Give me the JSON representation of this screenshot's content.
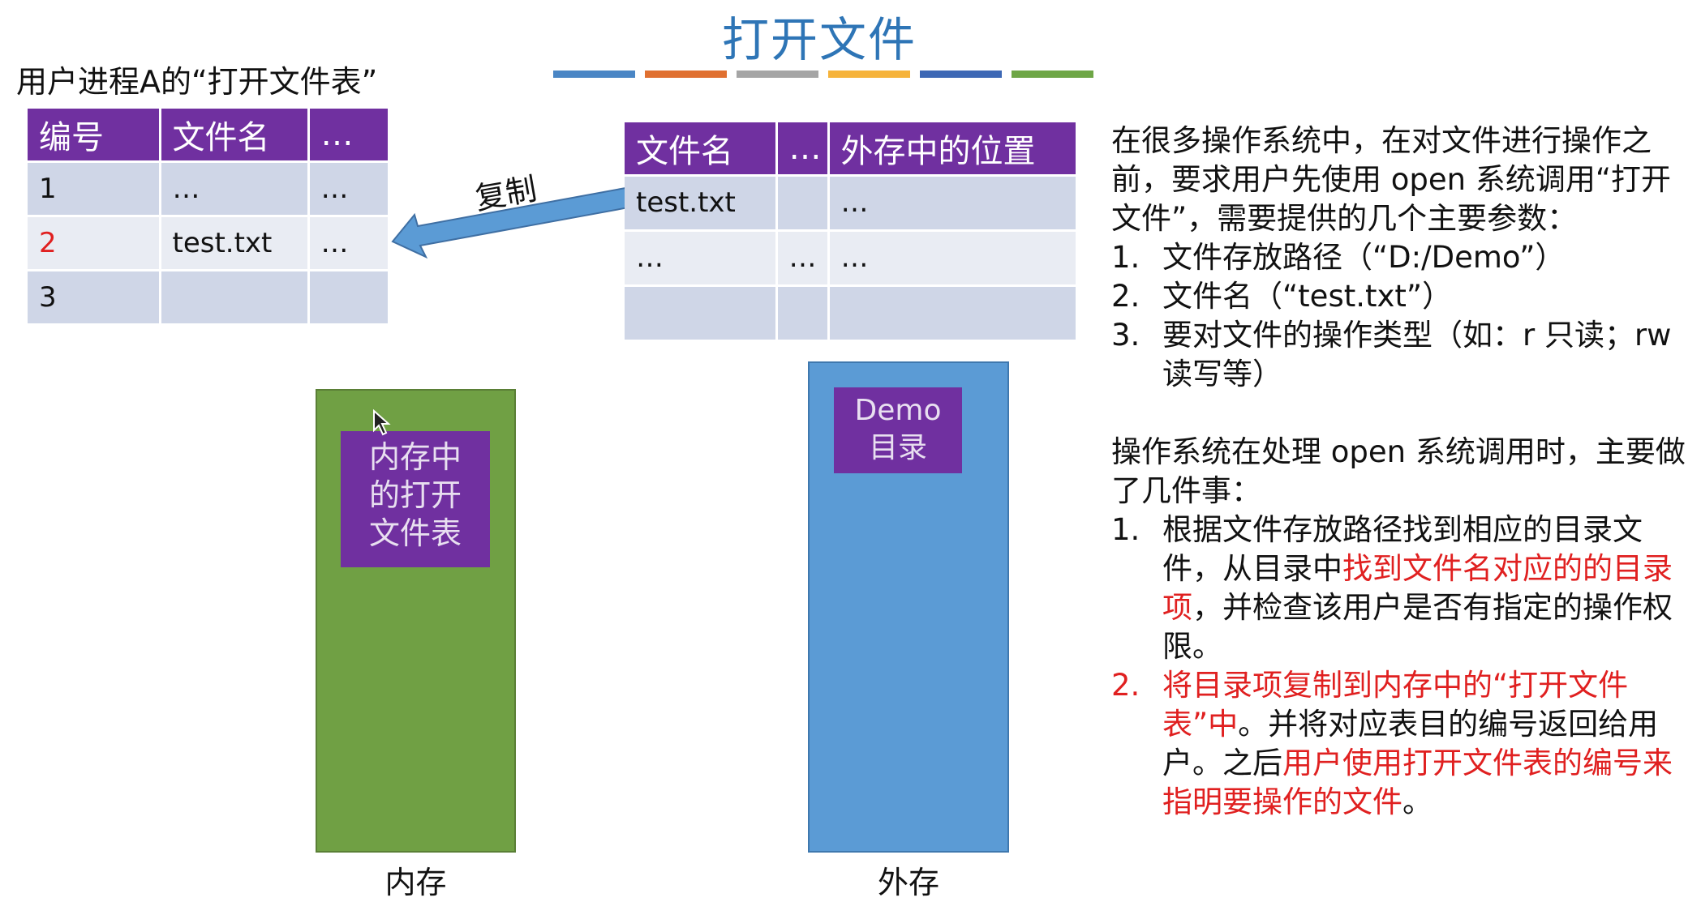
{
  "title": "打开文件",
  "color_bars": [
    "#4a86c5",
    "#e07030",
    "#a5a5a5",
    "#f6b33a",
    "#3d68b5",
    "#6ea646"
  ],
  "process_table": {
    "caption": "用户进程A的“打开文件表”",
    "headers": [
      "编号",
      "文件名",
      "…"
    ],
    "rows": [
      [
        "1",
        "…",
        "…"
      ],
      [
        "2",
        "test.txt",
        "…"
      ],
      [
        "3",
        "",
        ""
      ]
    ]
  },
  "copy_label": "复制",
  "dir_table": {
    "headers": [
      "文件名",
      "…",
      "外存中的位置"
    ],
    "rows": [
      [
        "test.txt",
        "",
        "…"
      ],
      [
        "…",
        "…",
        "…"
      ],
      [
        "",
        "",
        ""
      ]
    ]
  },
  "memory": {
    "box_lines": [
      "内存中",
      "的打开",
      "文件表"
    ],
    "label": "内存"
  },
  "disk": {
    "box_lines": [
      "Demo",
      "目录"
    ],
    "label": "外存"
  },
  "explanation": {
    "intro": "在很多操作系统中，在对文件进行操作之前，要求用户先使用 open 系统调用“打开文件”，需要提供的几个主要参数：",
    "params": [
      {
        "num": "1.",
        "text": "文件存放路径（“D:/Demo”）"
      },
      {
        "num": "2.",
        "text": "文件名（“test.txt”）"
      },
      {
        "num": "3.",
        "text": "要对文件的操作类型（如：r 只读；rw 读写等）"
      }
    ],
    "os_intro": "操作系统在处理 open 系统调用时，主要做了几件事：",
    "step1": {
      "num": "1.",
      "a": "根据文件存放路径找到相应的目录文件，从目录中",
      "b": "找到文件名对应的的目录项",
      "c": "，并检查该用户是否有指定的操作权限。"
    },
    "step2": {
      "num": "2.",
      "a": "将目录项复制到内存中的“打开文件表”中",
      "b": "。并将对应表目的编号返回给用户。之后",
      "c": "用户使用打开文件表的编号来指明要操作的文件",
      "d": "。"
    }
  }
}
